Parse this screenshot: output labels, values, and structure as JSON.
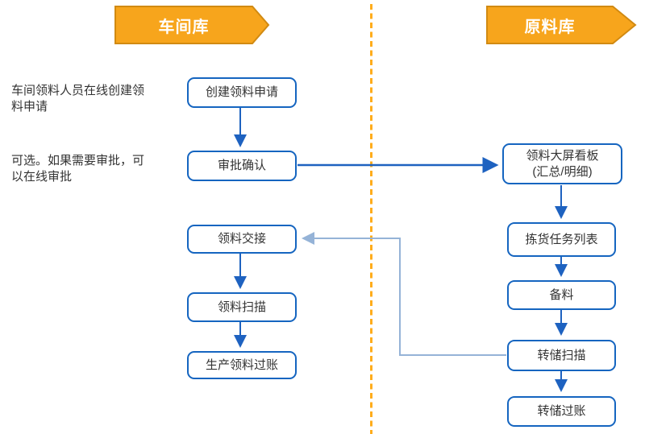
{
  "banners": {
    "workshop": "车间库",
    "raw_material": "原料库"
  },
  "annotations": {
    "create_note": "车间领料人员在线创建领\n料申请",
    "approval_note": "可选。如果需要审批，可\n以在线审批"
  },
  "workshop_flow": {
    "create_request": "创建领料申请",
    "approval_confirm": "审批确认",
    "material_handover": "领料交接",
    "material_scan": "领料扫描",
    "production_posting": "生产领料过账"
  },
  "raw_material_flow": {
    "dashboard": "领料大屏看板\n(汇总/明细)",
    "picking_task_list": "拣货任务列表",
    "material_prepare": "备料",
    "transfer_scan": "转储扫描",
    "transfer_posting": "转储过账"
  },
  "colors": {
    "banner_fill": "#F7A51C",
    "banner_border": "#D18A12",
    "box_border_blue": "#1565C0",
    "arrow_blue": "#1E62C0",
    "feedback_light_blue": "#95B3D7",
    "divider_orange": "#FFAD1C",
    "text_dark": "#333333"
  }
}
